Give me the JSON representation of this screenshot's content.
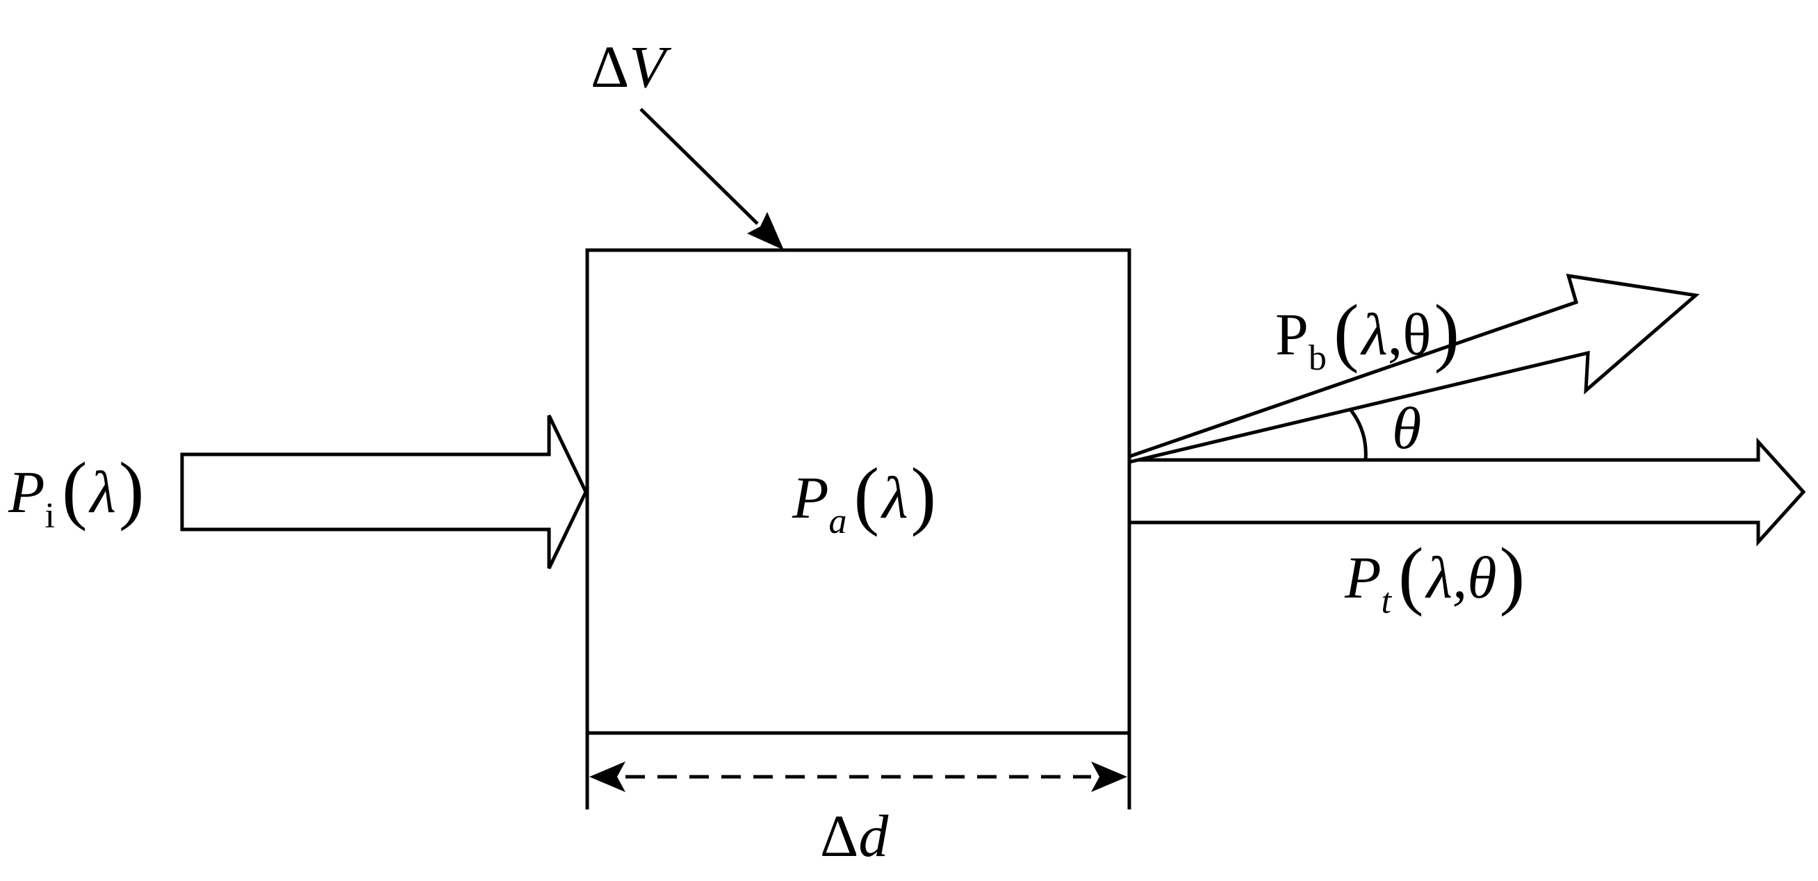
{
  "labels": {
    "delta_v": {
      "delta": "Δ",
      "var": "V"
    },
    "delta_d": {
      "delta": "Δ",
      "var": "d"
    },
    "p_i": {
      "main": "P",
      "sub": "i",
      "arg": "λ"
    },
    "p_a": {
      "main": "P",
      "sub": "a",
      "arg": "λ"
    },
    "p_b": {
      "main": "P",
      "sub": "b",
      "arg1": "λ",
      "sep": ",",
      "arg2": "θ"
    },
    "p_t": {
      "main": "P",
      "sub": "t",
      "arg1": "λ",
      "sep": ",",
      "arg2": "θ"
    },
    "theta": "θ",
    "open_paren": "(",
    "close_paren": ")"
  }
}
